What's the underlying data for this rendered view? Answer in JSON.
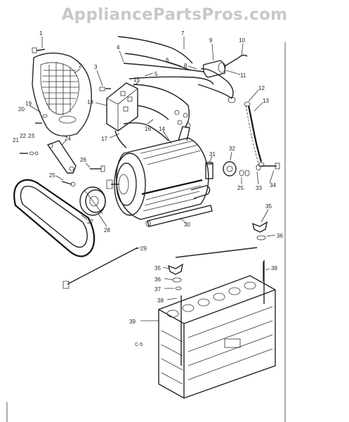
{
  "watermark": "AppliancePartsPros.com",
  "diagram_code": "C-5",
  "callouts": [
    "1",
    "2",
    "3",
    "4",
    "5",
    "6",
    "7",
    "8",
    "9",
    "10",
    "11",
    "12",
    "13",
    "14",
    "15",
    "16",
    "17",
    "18",
    "19",
    "20",
    "21",
    "22",
    "23",
    "24",
    "25",
    "26",
    "27",
    "28",
    "29",
    "30",
    "31",
    "32",
    "25",
    "33",
    "34",
    "35",
    "36",
    "35",
    "36",
    "37",
    "38",
    "38",
    "39"
  ]
}
